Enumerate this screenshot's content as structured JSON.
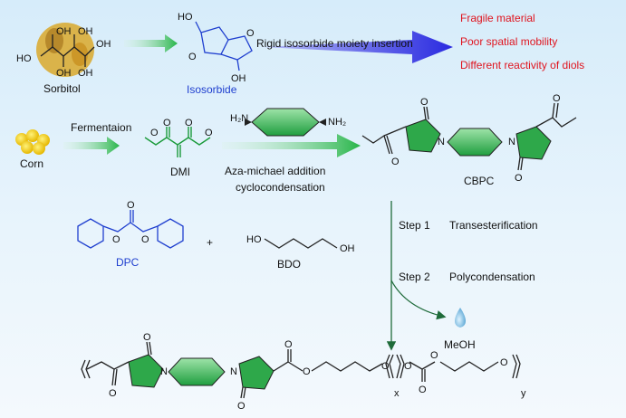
{
  "labels": {
    "sorbitol": "Sorbitol",
    "isosorbide": "Isosorbide",
    "corn": "Corn",
    "fermentation": "Fermentaion",
    "dmi": "DMI",
    "aza_line1": "Aza-michael addition",
    "aza_line2": "cyclocondensation",
    "cbpc": "CBPC",
    "dpc": "DPC",
    "plus": "+",
    "bdo": "BDO",
    "step1_num": "Step 1",
    "step1_name": "Transesterification",
    "step2_num": "Step 2",
    "step2_name": "Polycondensation",
    "meoh": "MeOH",
    "insertion": "Rigid isosorbide moiety insertion"
  },
  "drawbacks": [
    "Fragile material",
    "Poor spatial mobility",
    "Different reactivity of diols"
  ],
  "atoms": {
    "oh": "OH",
    "ho": "HO",
    "o": "O",
    "n": "N",
    "h2n": "H₂N",
    "nh2": "NH₂",
    "sub_x": "x",
    "sub_y": "y"
  },
  "colors": {
    "arrow_green": "#27b548",
    "arrow_blue": "#2a2ae0",
    "drawback_red": "#e0141e",
    "label_blue": "#1f3fcf",
    "ring_green": "#1a9a3a"
  }
}
